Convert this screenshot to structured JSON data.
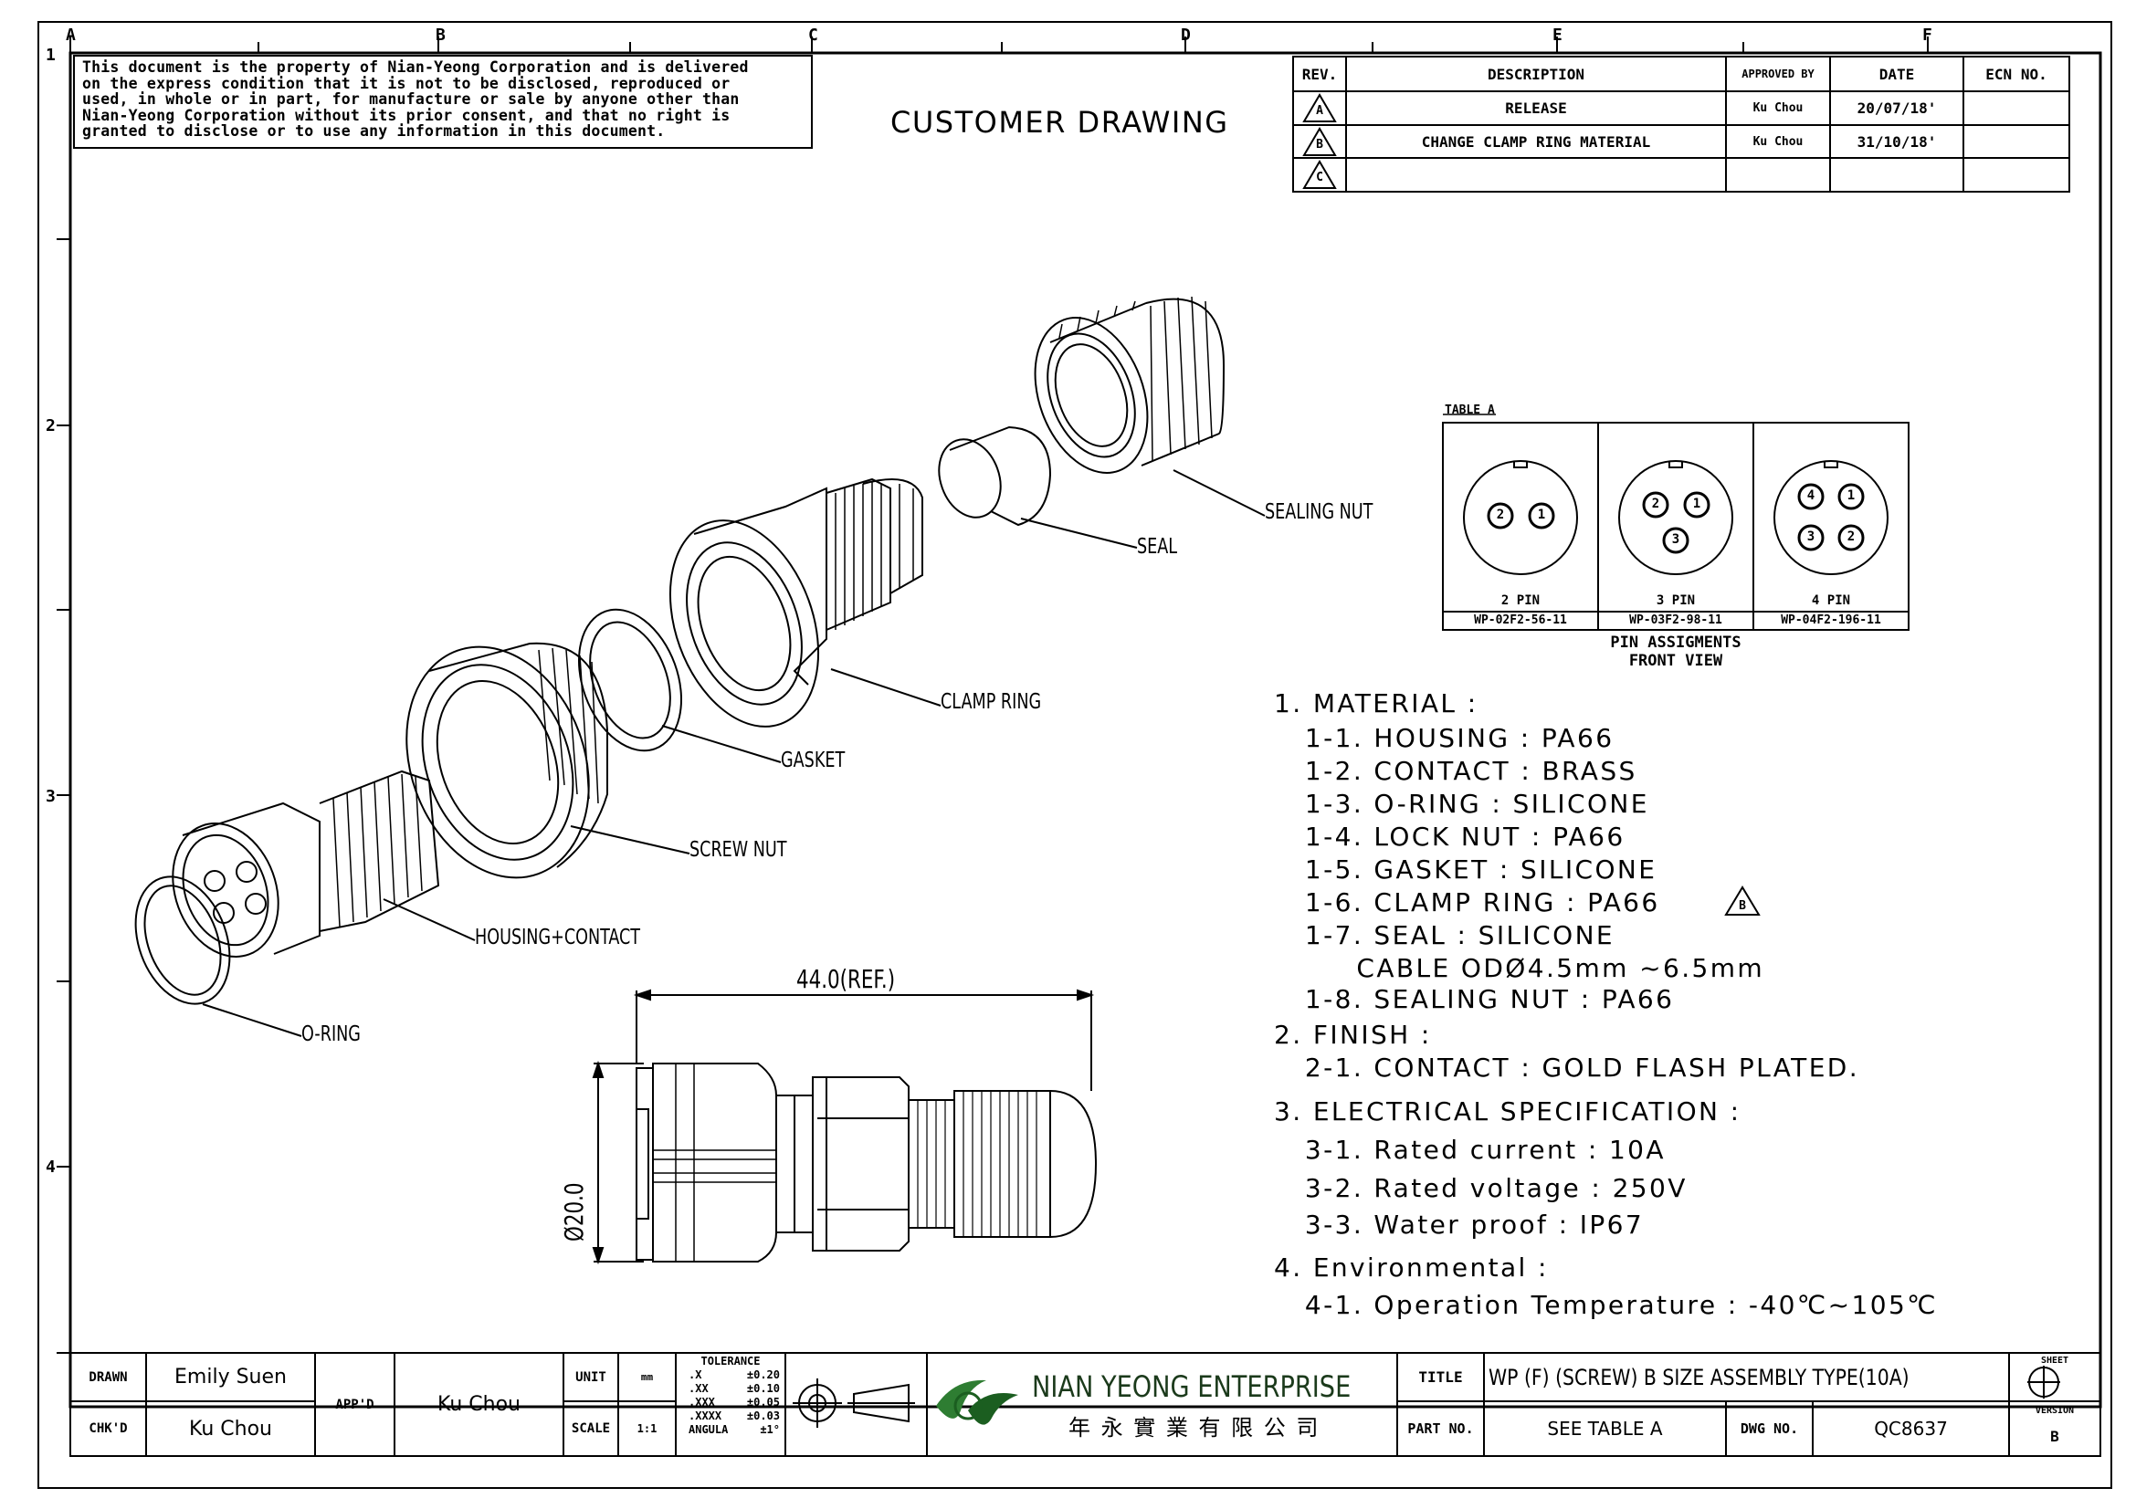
{
  "notice": {
    "lines": [
      "This document is the property of Nian-Yeong Corporation and is delivered",
      "on the express condition that it is not to be disclosed, reproduced or",
      "used, in whole or in part, for manufacture or sale by anyone other than",
      "Nian-Yeong Corporation without its prior consent, and that no right is",
      "granted to disclose or to use any information in this document."
    ]
  },
  "drawing_title": "CUSTOMER DRAWING",
  "zones": {
    "columns": [
      "A",
      "B",
      "C",
      "D",
      "E",
      "F"
    ],
    "rows": [
      "1",
      "2",
      "3",
      "4"
    ]
  },
  "revision_table": {
    "headers": [
      "REV.",
      "DESCRIPTION",
      "APPROVED BY",
      "DATE",
      "ECN NO."
    ],
    "rows": [
      {
        "rev": "A",
        "description": "RELEASE",
        "approved": "Ku Chou",
        "date": "20/07/18'",
        "ecn": ""
      },
      {
        "rev": "B",
        "description": "CHANGE CLAMP RING MATERIAL",
        "approved": "Ku Chou",
        "date": "31/10/18'",
        "ecn": ""
      },
      {
        "rev": "C",
        "description": "",
        "approved": "",
        "date": "",
        "ecn": ""
      }
    ]
  },
  "pin_table": {
    "title": "TABLE A",
    "columns": [
      {
        "pins": [
          "2",
          "1"
        ],
        "label": "2 PIN",
        "part": "WP-02F2-56-11"
      },
      {
        "pins": [
          "2",
          "1",
          "3"
        ],
        "label": "3 PIN",
        "part": "WP-03F2-98-11"
      },
      {
        "pins": [
          "4",
          "1",
          "3",
          "2"
        ],
        "label": "4 PIN",
        "part": "WP-04F2-196-11"
      }
    ],
    "caption_1": "PIN ASSIGMENTS",
    "caption_2": "FRONT VIEW"
  },
  "part_labels": {
    "sealing_nut": "SEALING NUT",
    "seal": "SEAL",
    "clamp_ring": "CLAMP RING",
    "gasket": "GASKET",
    "screw_nut": "SCREW NUT",
    "housing_contact": "HOUSING+CONTACT",
    "o_ring": "O-RING"
  },
  "dimensions": {
    "length": "44.0(REF.)",
    "diameter": "Ø20.0"
  },
  "specs": [
    "1. MATERIAL :",
    "   1-1. HOUSING : PA66",
    "   1-2. CONTACT : BRASS",
    "   1-3. O-RING : SILICONE",
    "   1-4. LOCK NUT : PA66",
    "   1-5. GASKET : SILICONE",
    "   1-6. CLAMP RING : PA66",
    "   1-7. SEAL : SILICONE",
    "        CABLE ODØ4.5mm ~6.5mm",
    "   1-8. SEALING NUT : PA66",
    "2. FINISH :",
    "   2-1. CONTACT : GOLD FLASH PLATED.",
    "3. ELECTRICAL SPECIFICATION :",
    "   3-1. Rated current : 10A",
    "   3-2. Rated voltage : 250V",
    "   3-3. Water proof : IP67",
    "4. Environmental :",
    "   4-1. Operation Temperature : -40℃~105℃"
  ],
  "spec_rev_mark": "B",
  "title_block": {
    "drawn_label": "DRAWN",
    "drawn": "Emily Suen",
    "chkd_label": "CHK'D",
    "chkd": "Ku Chou",
    "appd_label": "APP'D",
    "appd": "Ku Chou",
    "unit_label": "UNIT",
    "unit": "mm",
    "scale_label": "SCALE",
    "scale": "1:1",
    "tolerance_title": "TOLERANCE",
    "tolerance": [
      {
        "k": ".X",
        "v": "±0.20"
      },
      {
        "k": ".XX",
        "v": "±0.10"
      },
      {
        "k": ".XXX",
        "v": "±0.05"
      },
      {
        "k": ".XXXX",
        "v": "±0.03"
      },
      {
        "k": "ANGULA",
        "v": "±1°"
      }
    ],
    "company": "NIAN YEONG ENTERPRISE",
    "company_cn": "年 永 實 業 有 限 公 司",
    "title_label": "TITLE",
    "title": "WP (F) (SCREW) B SIZE ASSEMBLY TYPE(10A)",
    "part_label": "PART NO.",
    "part": "SEE TABLE A",
    "dwg_label": "DWG NO.",
    "dwg": "QC8637",
    "sheet_label": "SHEET",
    "version_label": "VERSION",
    "version": "B"
  },
  "colors": {
    "ink": "#000000",
    "logo_green": "#2e7d32",
    "logo_dark": "#1b5e20"
  }
}
